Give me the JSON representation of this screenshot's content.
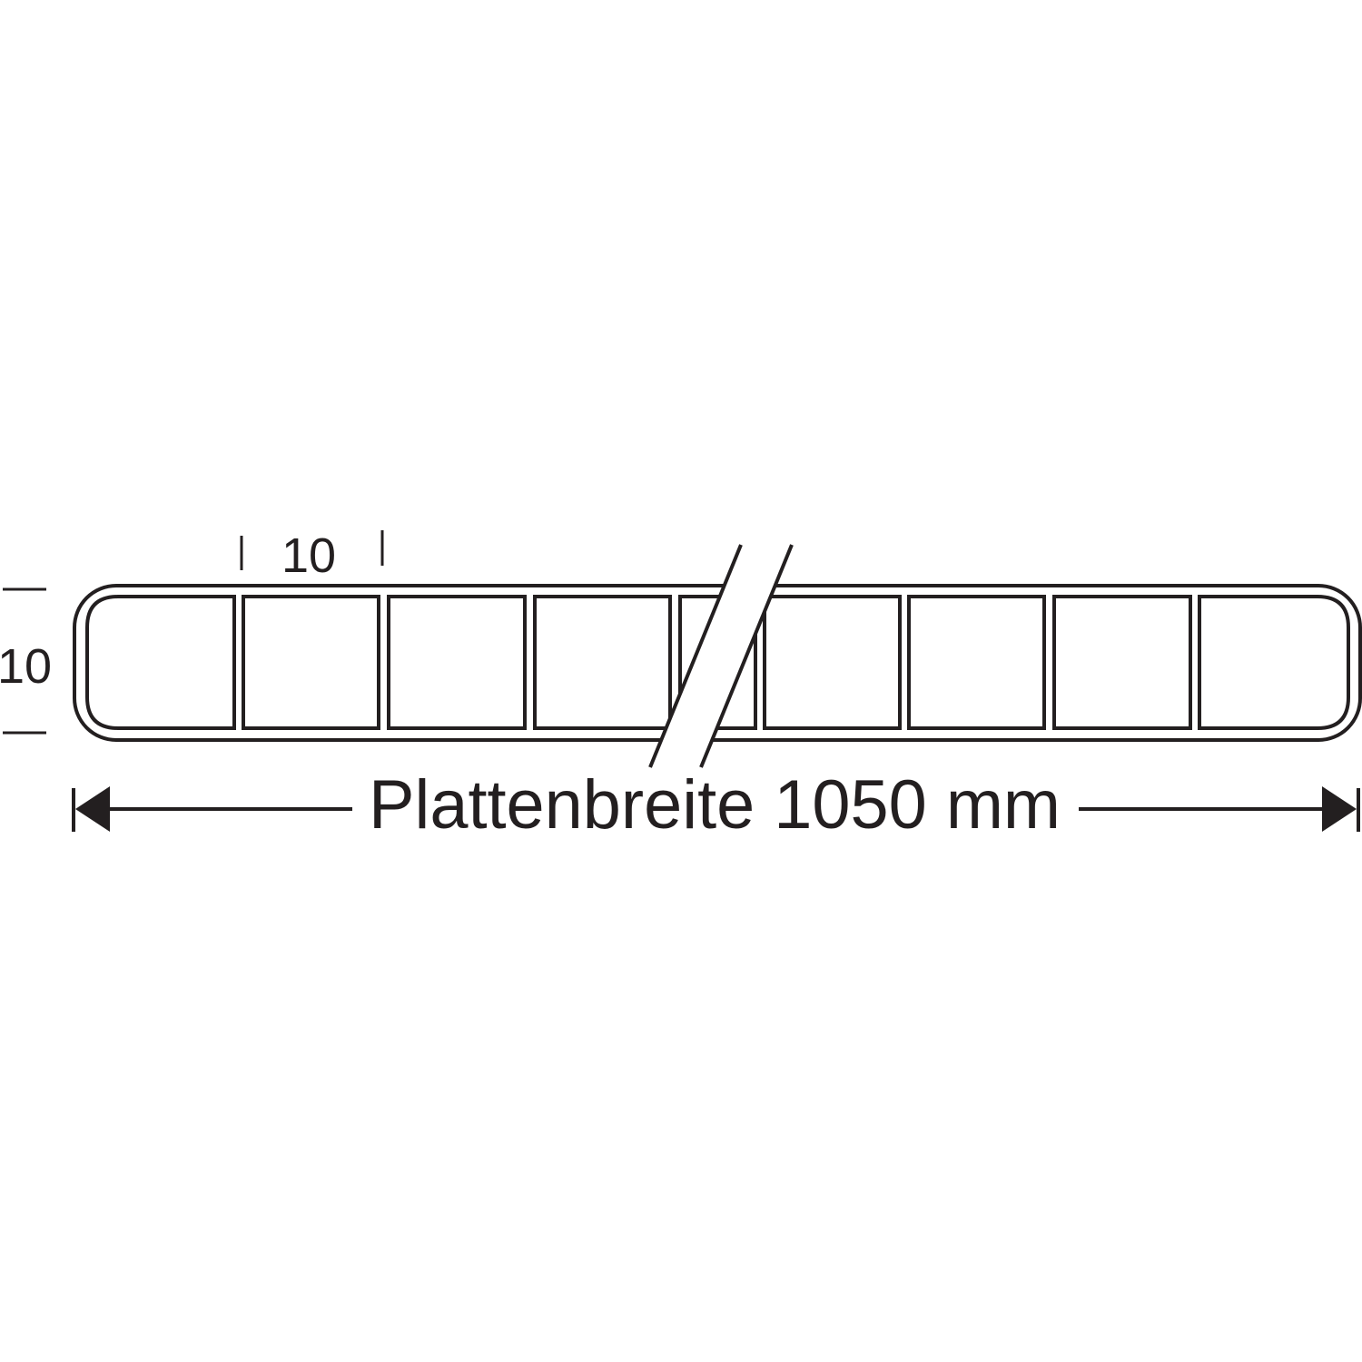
{
  "diagram": {
    "width_label": "Plattenbreite 1050 mm",
    "cell_width_label": "10",
    "thickness_label": "10",
    "cell_count": 9,
    "line_color": "#231f20",
    "background": "#ffffff"
  }
}
